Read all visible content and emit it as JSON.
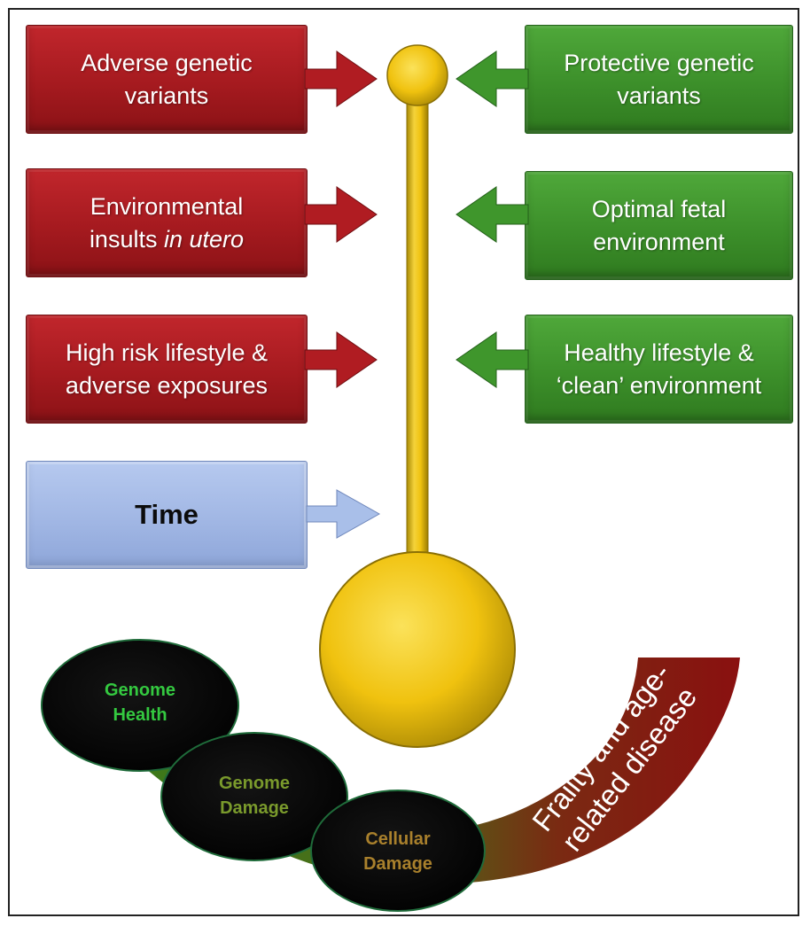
{
  "left_factors": [
    {
      "lines": [
        "Adverse genetic",
        "variants"
      ]
    },
    {
      "line1": "Environmental",
      "line2_plain": "insults ",
      "line2_italic": "in utero"
    },
    {
      "lines": [
        "High risk lifestyle &",
        "adverse exposures"
      ]
    }
  ],
  "right_factors": [
    {
      "lines": [
        "Protective genetic",
        "variants"
      ]
    },
    {
      "lines": [
        "Optimal fetal",
        "environment"
      ]
    },
    {
      "lines": [
        "Healthy lifestyle &",
        "‘clean’ environment"
      ]
    }
  ],
  "time_label": "Time",
  "outcome_stages": [
    {
      "lines": [
        "Genome",
        "Health"
      ],
      "color": "#34c940"
    },
    {
      "lines": [
        "Genome",
        "Damage"
      ],
      "color": "#7a9a2c"
    },
    {
      "lines": [
        "Cellular",
        "Damage"
      ],
      "color": "#a9802c"
    }
  ],
  "outcome_arc_label": {
    "line1": "Frailty and age-",
    "line2": "related disease"
  },
  "colors": {
    "adverse": "#a51a1f",
    "protective": "#3c8f2a",
    "time": "#9fb5e3",
    "pendulum": "#f0c20f",
    "arc_start": "#3d7a1a",
    "arc_end": "#8a1010"
  }
}
